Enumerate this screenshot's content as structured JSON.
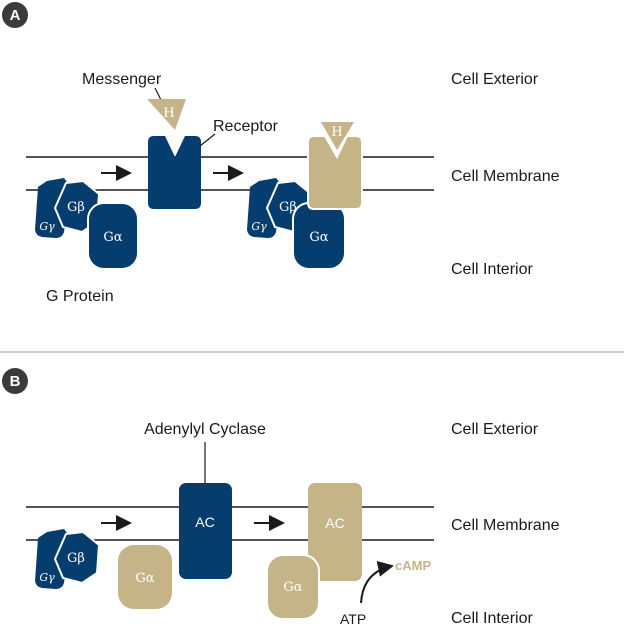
{
  "colors": {
    "navy": "#053d6e",
    "tan": "#c6b489",
    "line": "#1a1a1a",
    "divider": "#9a9a9a",
    "badge": "#3b3b3b"
  },
  "panel_a": {
    "badge": "A",
    "messenger": "Messenger",
    "receptor": "Receptor",
    "hormone": "H",
    "exterior": "Cell Exterior",
    "membrane": "Cell Membrane",
    "interior": "Cell Interior",
    "g_protein": "G Protein",
    "g_gamma": "Gγ",
    "g_beta": "Gβ",
    "g_alpha": "Gα"
  },
  "panel_b": {
    "badge": "B",
    "adenylyl_cyclase": "Adenylyl Cyclase",
    "ac": "AC",
    "exterior": "Cell Exterior",
    "membrane": "Cell Membrane",
    "interior": "Cell Interior",
    "g_gamma": "Gγ",
    "g_beta": "Gβ",
    "g_alpha": "Gα",
    "atp": "ATP",
    "camp": "cAMP"
  }
}
